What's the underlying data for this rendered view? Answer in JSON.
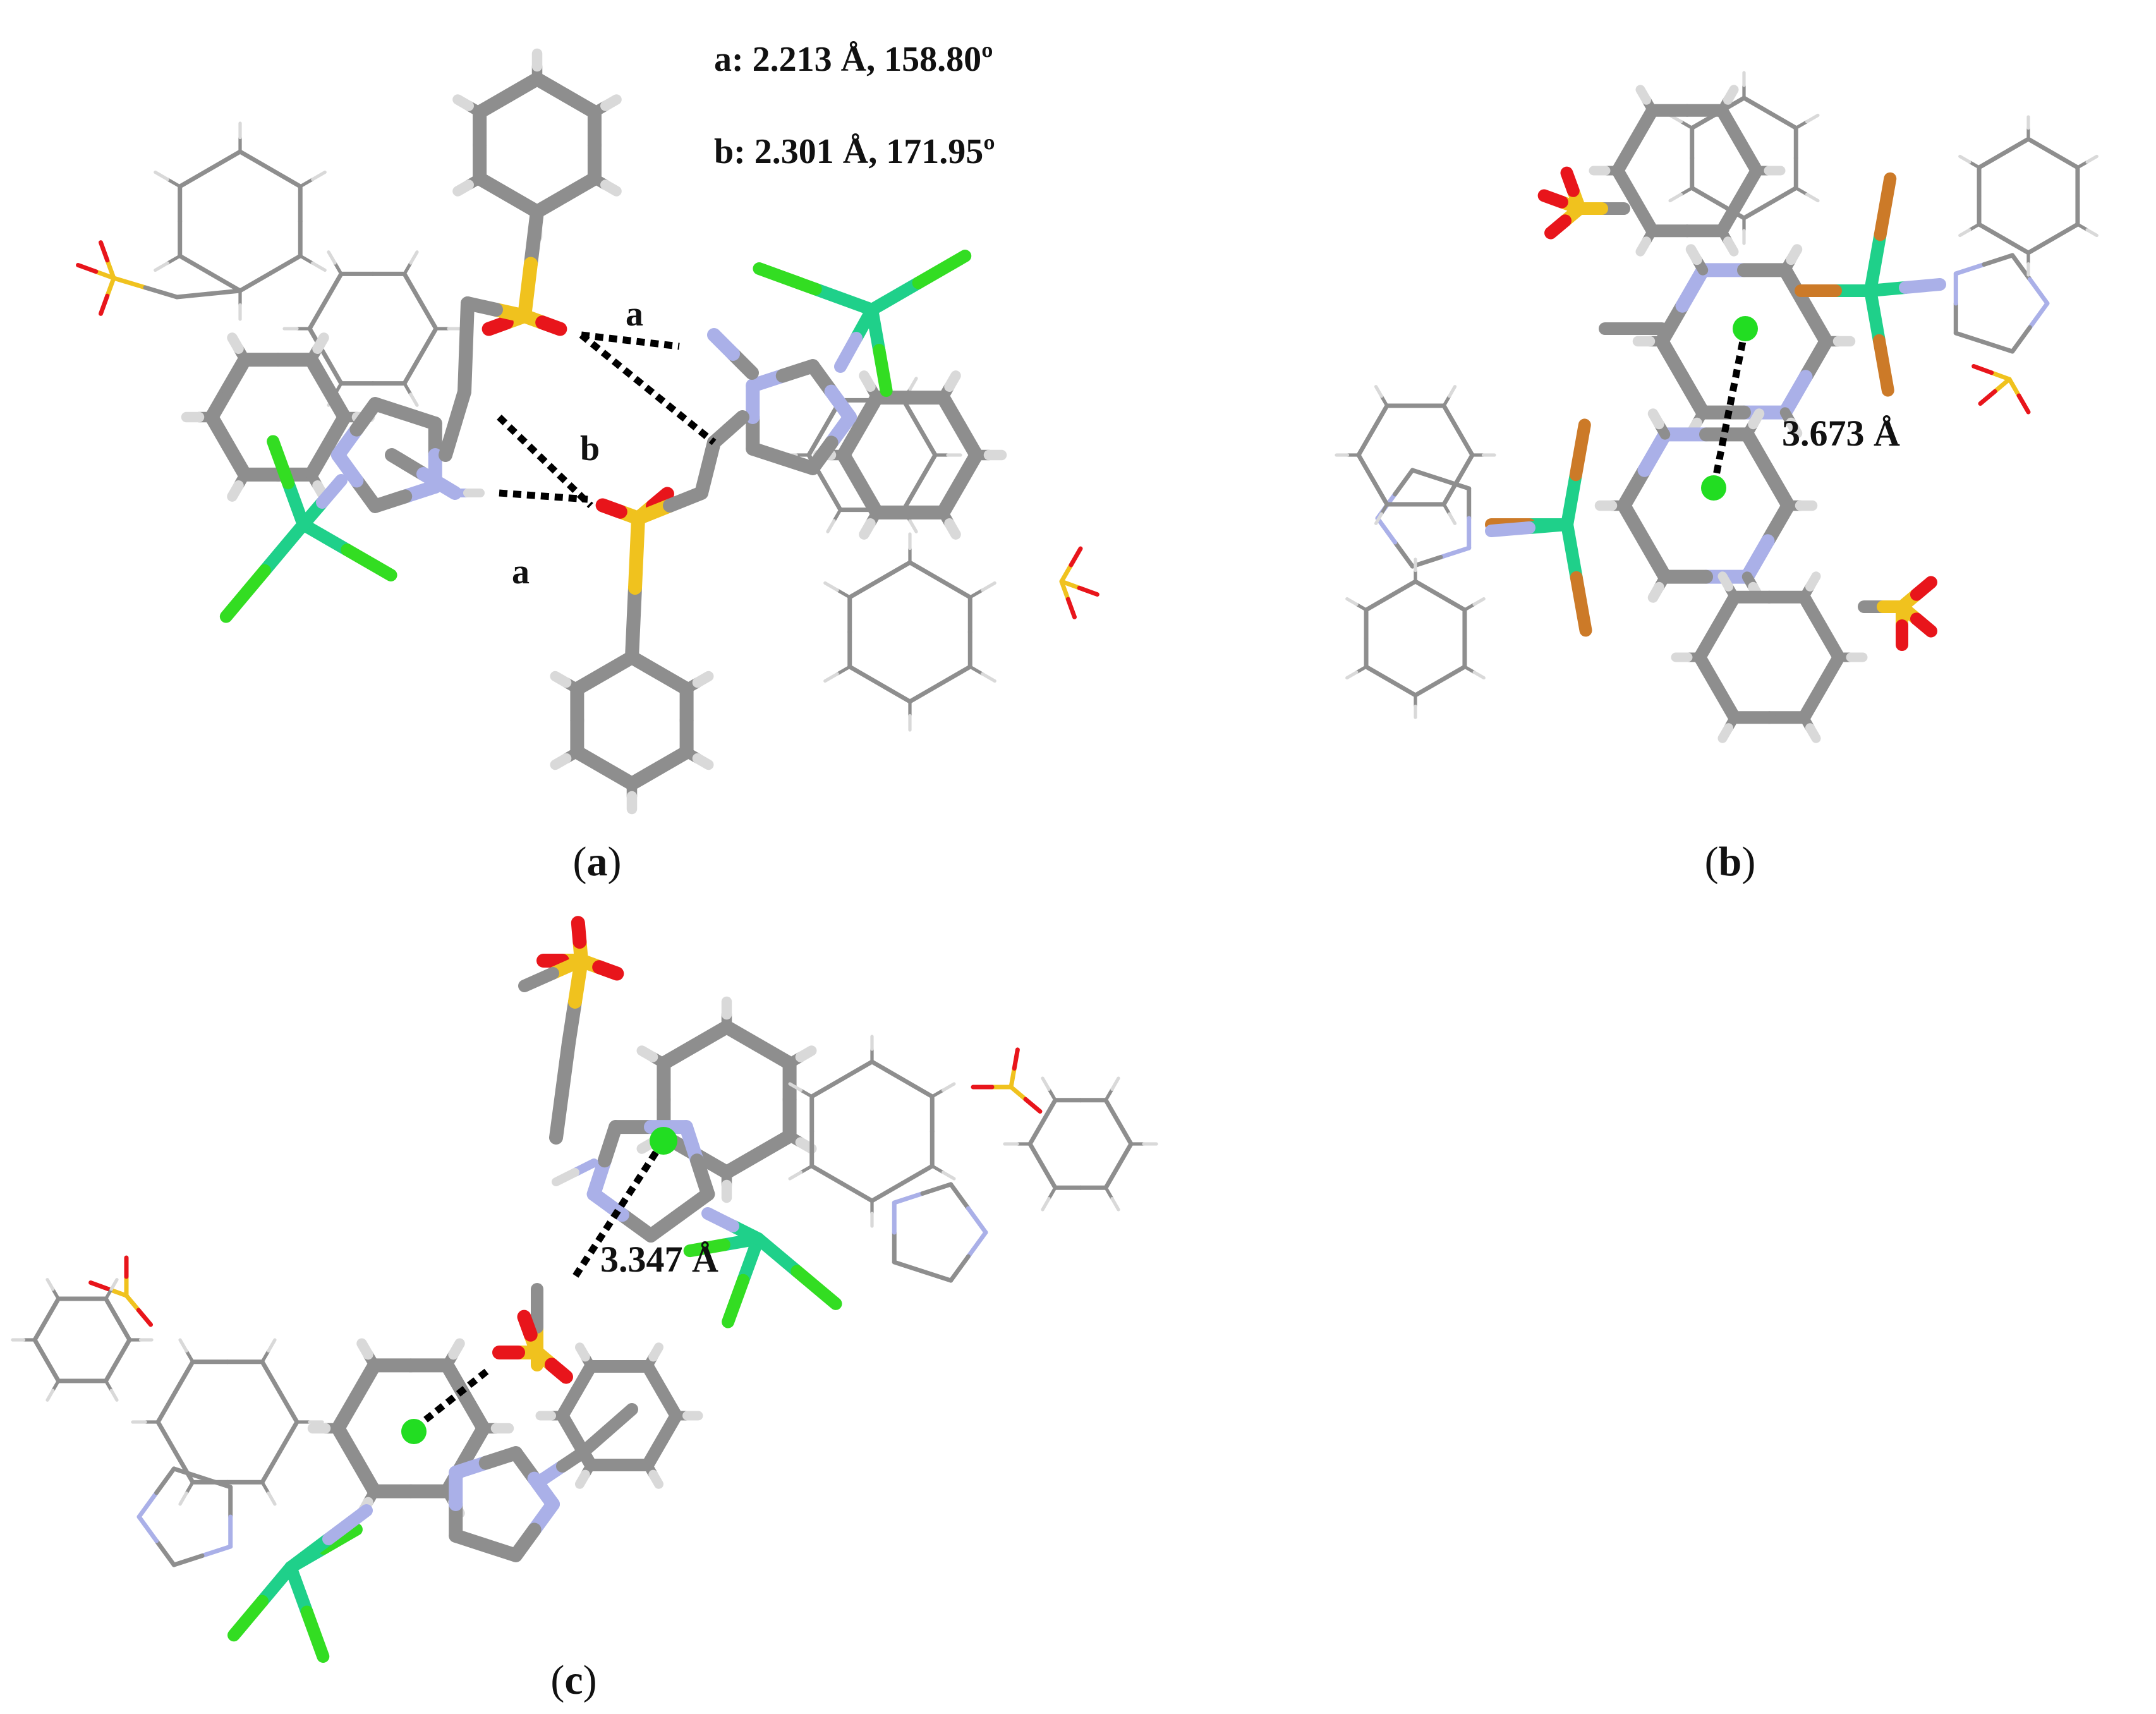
{
  "colors": {
    "carbon": "#8e8e8e",
    "carbon_edge": "#5e5e5e",
    "hydrogen": "#d9d9d9",
    "nitrogen": "#aab0e8",
    "oxygen": "#e8151b",
    "sulfur": "#f0c21e",
    "metal": "#1fd08a",
    "chlorine": "#33dd22",
    "bromine": "#cc7a28",
    "centroid": "#22dd22",
    "contact": "#000000"
  },
  "legend": {
    "a": "a: 2.213 Å, 158.80º",
    "b": "b: 2.301 Å, 171.95º"
  },
  "panels": {
    "a": {
      "caption_open": "(",
      "caption_letter": "a",
      "caption_close": ")",
      "labels": [
        "a",
        "b",
        "a"
      ]
    },
    "b": {
      "caption_open": "(",
      "caption_letter": "b",
      "caption_close": ")",
      "distance": "3.673 Å"
    },
    "c": {
      "caption_open": "(",
      "caption_letter": "c",
      "caption_close": ")",
      "distance": "3.347 Å"
    }
  }
}
